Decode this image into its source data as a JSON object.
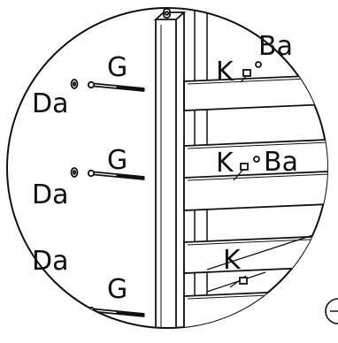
{
  "diagram": {
    "labels": {
      "da_1": "Da",
      "g_1": "G",
      "da_2": "Da",
      "g_2": "G",
      "da_3": "Da",
      "g_3": "G",
      "k_1": "K",
      "ba_1": "Ba",
      "k_2": "K",
      "ba_2": "Ba",
      "k_3": "K"
    }
  }
}
